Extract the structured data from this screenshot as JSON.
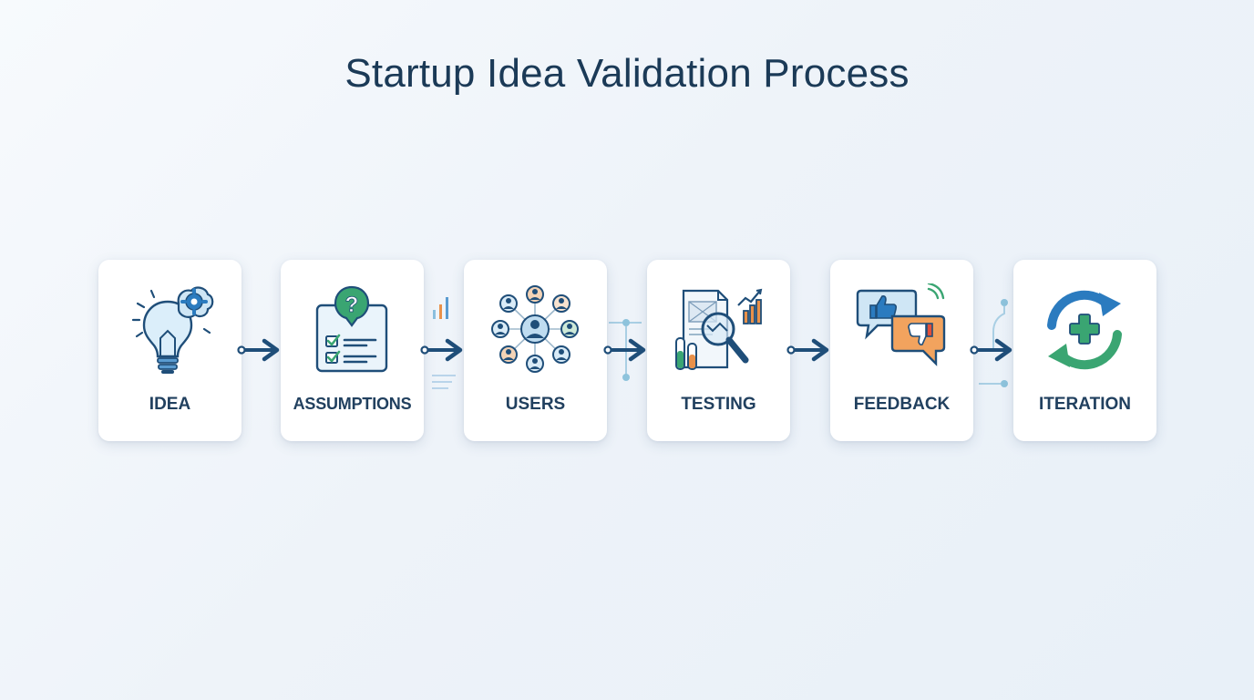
{
  "title": "Startup Idea Validation Process",
  "colors": {
    "primary": "#1f4e79",
    "accent_blue": "#2b7bbf",
    "accent_green": "#3aa572",
    "accent_orange": "#e9914a",
    "text": "#21405f"
  },
  "steps": [
    {
      "label": "IDEA",
      "icon": "lightbulb-gear-icon"
    },
    {
      "label": "ASSUMPTIONS",
      "icon": "checklist-question-icon"
    },
    {
      "label": "USERS",
      "icon": "user-network-icon"
    },
    {
      "label": "TESTING",
      "icon": "lab-magnifier-icon"
    },
    {
      "label": "FEEDBACK",
      "icon": "thumbs-up-down-icon"
    },
    {
      "label": "ITERATION",
      "icon": "refresh-plus-icon"
    }
  ]
}
